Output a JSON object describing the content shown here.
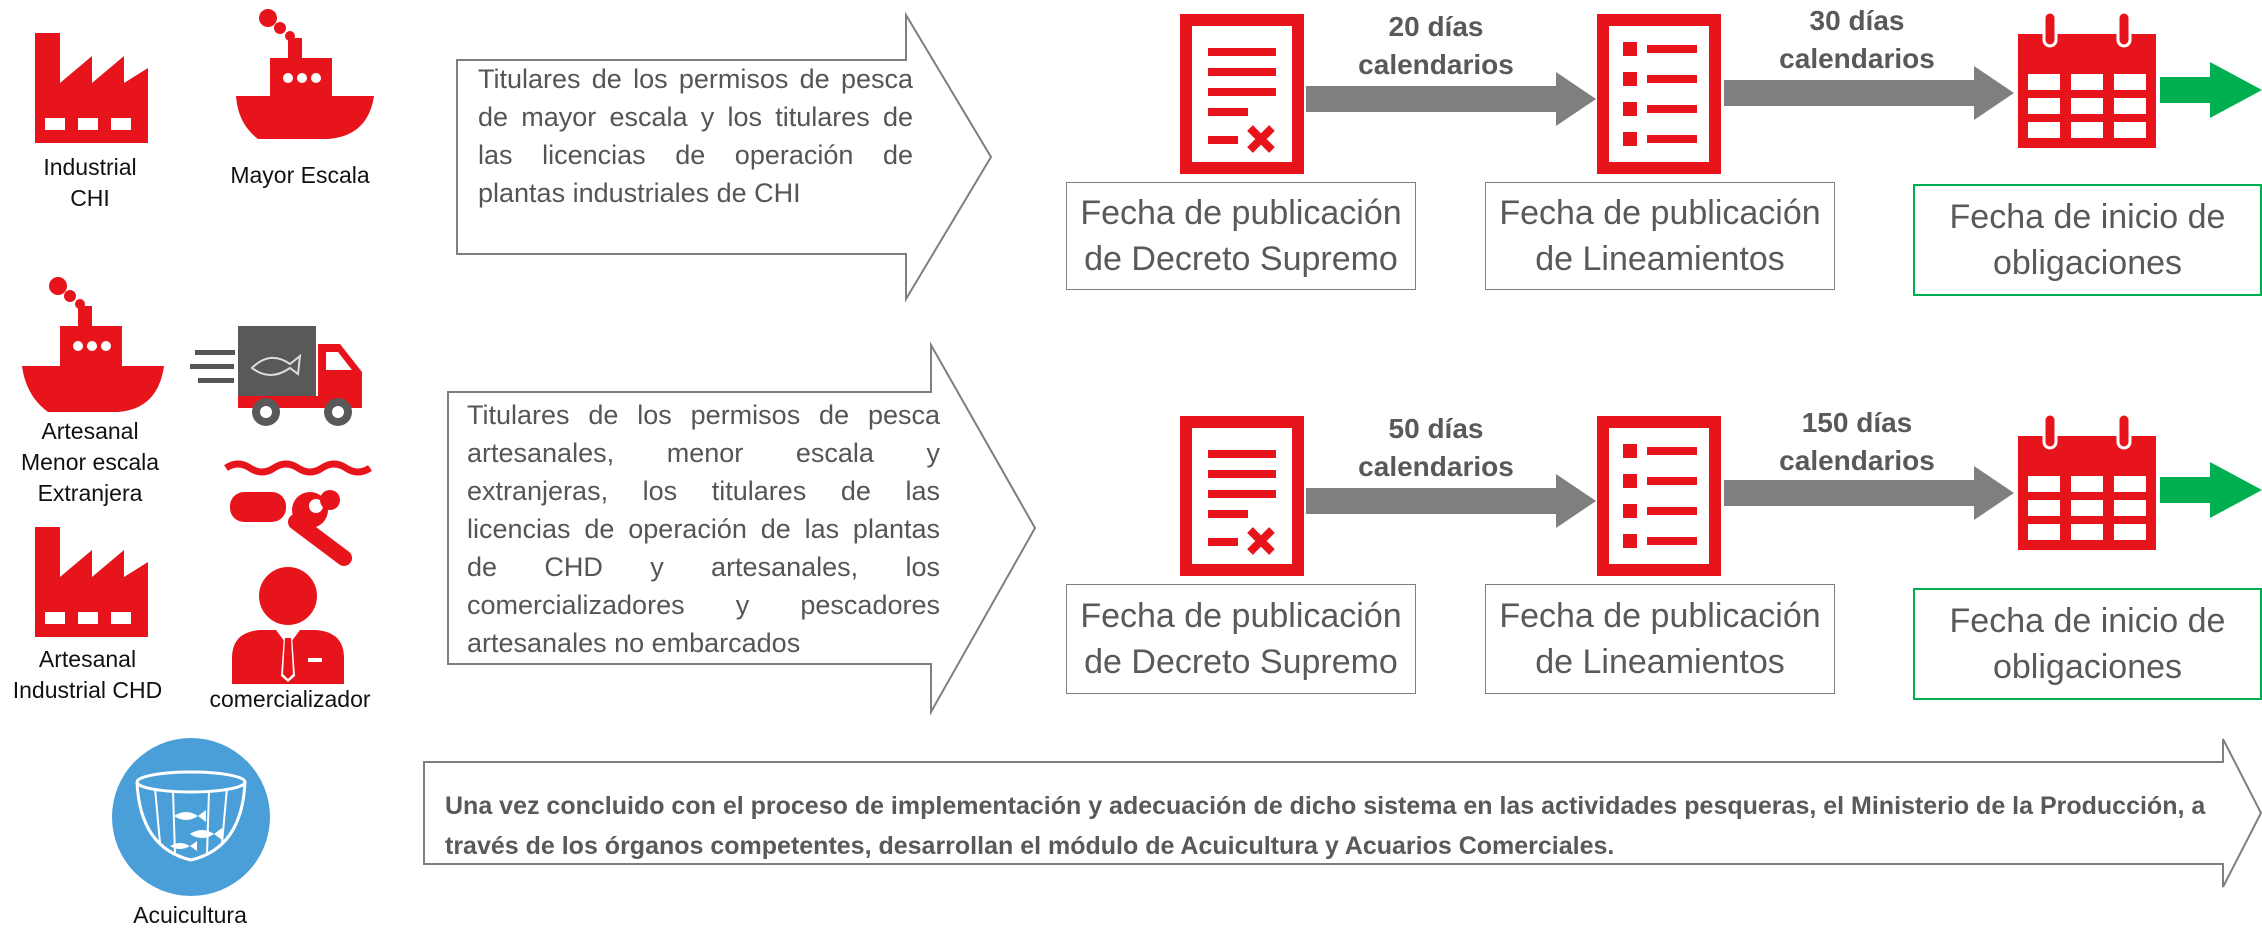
{
  "left_icons": {
    "industrial_chi": "Industrial\nCHI",
    "mayor_escala": "Mayor Escala",
    "artesanal_menor_extranjera": "Artesanal\nMenor escala\nExtranjera",
    "artesanal_industrial_chd": "Artesanal\nIndustrial CHD",
    "comercializador": "comercializador",
    "acuicultura": "Acuicultura"
  },
  "row1": {
    "arrow_text": "Titulares de los permisos de pesca de mayor escala y los titulares de las licencias de operación de plantas industriales de CHI",
    "box1": "Fecha de publicación de Decreto Supremo",
    "days1": "20 días calendarios",
    "box2": "Fecha de publicación de Lineamientos",
    "days2": "30 días calendarios",
    "box3": "Fecha de inicio de obligaciones"
  },
  "row2": {
    "arrow_text": "Titulares de los permisos de pesca artesanales, menor escala y extranjeras, los titulares de las licencias de operación de las plantas de CHD y artesanales, los comercializadores y pescadores artesanales no embarcados",
    "box1": "Fecha de publicación de Decreto Supremo",
    "days1": "50 días calendarios",
    "box2": "Fecha de publicación de Lineamientos",
    "days2": "150 días calendarios",
    "box3": "Fecha de inicio de obligaciones"
  },
  "bottom_text": "Una vez concluido con el proceso de implementación y adecuación de dicho sistema en las actividades pesqueras, el Ministerio de la Producción, a través de los órganos competentes, desarrollan el módulo de Acuicultura y Acuarios Comerciales.",
  "colors": {
    "red": "#e8141b",
    "gray_arrow": "#7f7f7f",
    "green": "#00b050",
    "blue": "#4a9fd8",
    "text": "#595959"
  }
}
